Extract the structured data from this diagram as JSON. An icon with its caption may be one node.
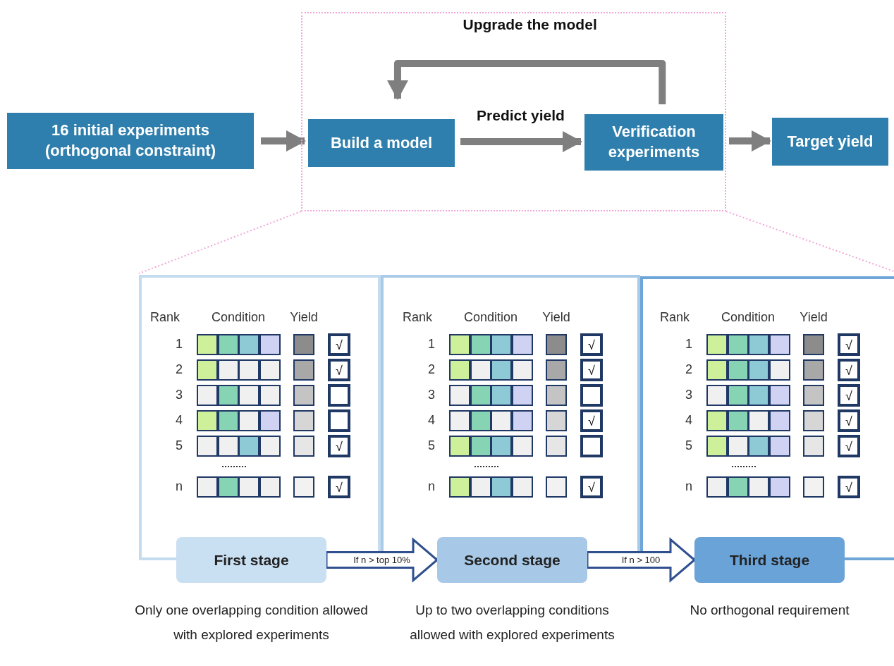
{
  "diagram": {
    "nodes": [
      {
        "text": [
          "16 initial experiments (orthogonal constraint)"
        ]
      },
      {
        "text": [],
        "shape": "box"
      },
      {
        "text": [
          "Build a model"
        ],
        "in": 1
      },
      {
        "text": [
          "Verification experiments"
        ],
        "in": 1
      },
      {
        "text": [
          "Target yield"
        ]
      },
      {
        "text": [
          "First stage"
        ],
        "beside": [
          "Only one overlapping condition allowed with explored experiments"
        ]
      },
      {
        "text": [
          "Second stage"
        ],
        "beside": [
          "Up to two overlapping conditions allowed with explored experiments"
        ]
      },
      {
        "text": [
          "Third stage"
        ],
        "beside": [
          "No orthogonal requirement"
        ]
      }
    ],
    "edges": [
      {
        "from": 0,
        "to": 2,
        "arrow": "to"
      },
      {
        "from": 2,
        "to": 3,
        "arrow": "to",
        "label": "Predict yield"
      },
      {
        "from": 3,
        "to": 2,
        "arrow": "to",
        "label": "Upgrade the model"
      },
      {
        "from": 3,
        "to": 4,
        "arrow": "to"
      },
      {
        "from": 5,
        "to": 6,
        "arrow": "to",
        "label": "If n > top 10%"
      },
      {
        "from": 6,
        "to": 7,
        "arrow": "to",
        "label": "If n > 100"
      }
    ],
    "labels": [
      "Rank",
      "Condition",
      "Yield",
      "1",
      "√",
      "2",
      "√",
      "3",
      "4",
      "5",
      "√",
      "n",
      "√",
      "Rank",
      "Condition",
      "Yield",
      "1",
      "√",
      "2",
      "√",
      "3",
      "4",
      "√",
      "5",
      "n",
      "√",
      "Rank",
      "Condition",
      "Yield",
      "1",
      "√",
      "2",
      "√",
      "3",
      "√",
      "4",
      "√",
      "5",
      "√",
      "n",
      "√"
    ]
  }
}
